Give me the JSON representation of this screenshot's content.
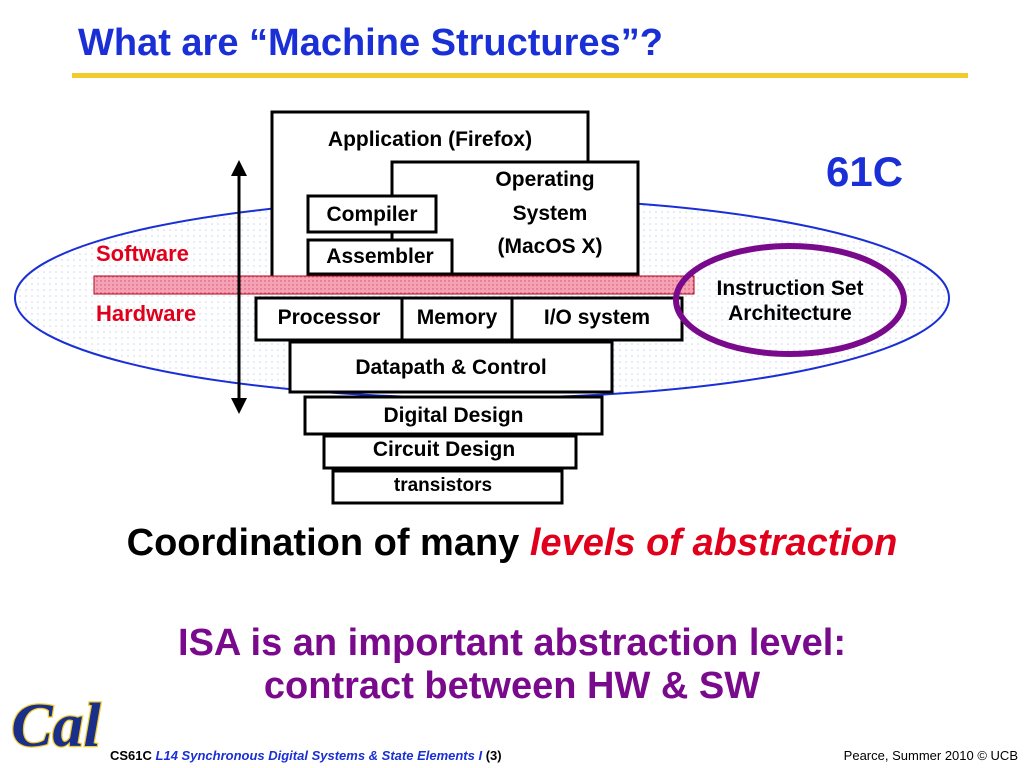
{
  "title": "What are “Machine Structures”?",
  "course_tag": "61C",
  "layers": {
    "application": "Application (Firefox)",
    "os_line1": "Operating",
    "os_line2": "System",
    "os_line3": "(MacOS X)",
    "compiler": "Compiler",
    "assembler": "Assembler",
    "processor": "Processor",
    "memory": "Memory",
    "io_system": "I/O system",
    "datapath_control": "Datapath & Control",
    "digital_design": "Digital Design",
    "circuit_design": "Circuit Design",
    "transistors": "transistors"
  },
  "side_labels": {
    "software": "Software",
    "hardware": "Hardware"
  },
  "isa": {
    "line1": "Instruction Set",
    "line2": "Architecture"
  },
  "coordination": {
    "prefix": "Coordination of many ",
    "emphasis": "levels of abstraction"
  },
  "isa_note": {
    "line1": "ISA is an important abstraction level:",
    "line2": "contract between HW & SW"
  },
  "footer": {
    "course": "CS61C",
    "lecture": "L14 Synchronous Digital Systems & State Elements I",
    "page": "(3)",
    "author": "Pearce, Summer 2010 © UCB"
  },
  "logo": {
    "text": "Cal"
  },
  "colors": {
    "title_blue": "#1a2fd6",
    "rule_gold": "#f2cc2e",
    "accent_red": "#e0001b",
    "purple": "#7a0a8c",
    "ellipse_blue": "#1a2fd6",
    "isa_bar_pink": "#f4a3b4"
  }
}
